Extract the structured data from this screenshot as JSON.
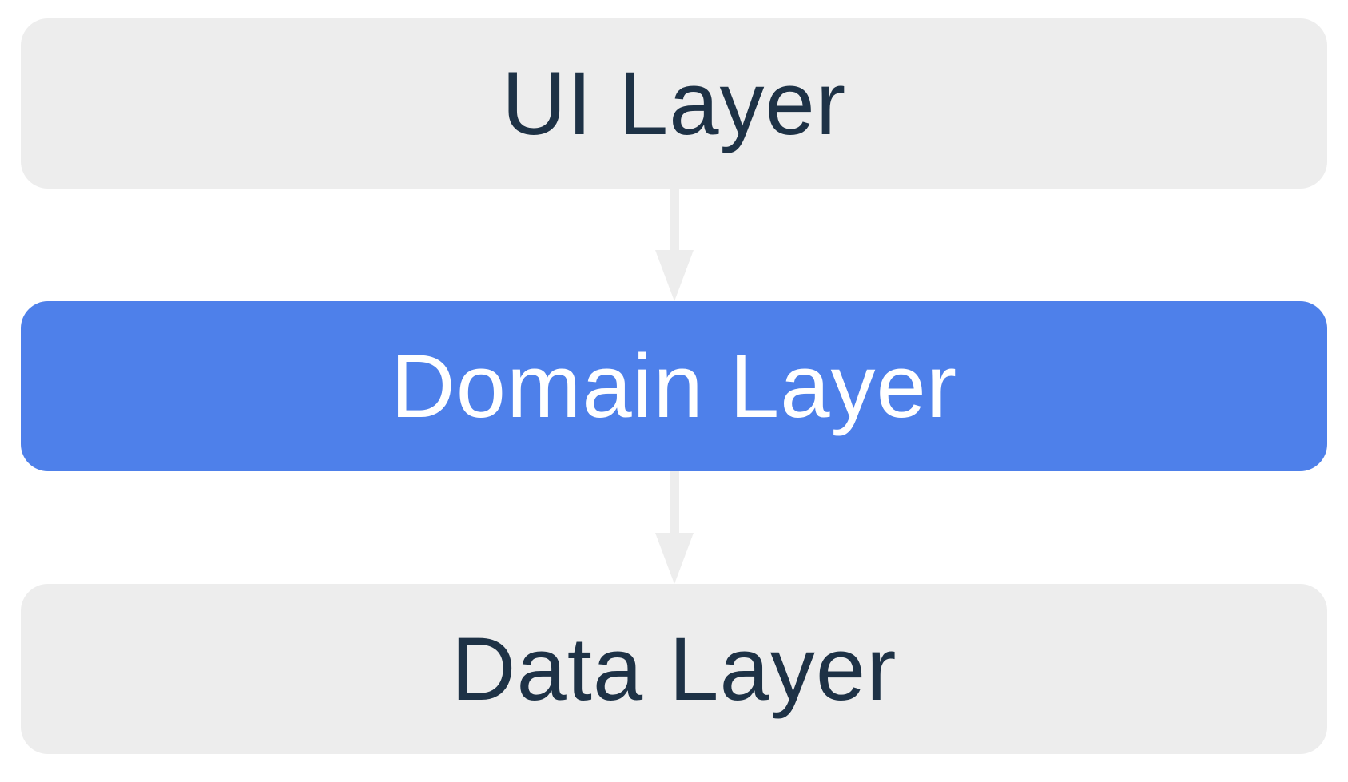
{
  "colors": {
    "box_gray": "#EDEDED",
    "box_blue": "#4E80EA",
    "text_dark": "#1E3246",
    "text_light": "#FFFFFF",
    "arrow_gray": "#EDEDED",
    "background": "#FFFFFF"
  },
  "diagram": {
    "type": "layered-architecture",
    "layers": [
      {
        "id": "ui",
        "label": "UI Layer",
        "variant": "gray"
      },
      {
        "id": "domain",
        "label": "Domain Layer",
        "variant": "blue"
      },
      {
        "id": "data",
        "label": "Data Layer",
        "variant": "gray"
      }
    ],
    "connections": [
      {
        "from": "ui",
        "to": "domain",
        "direction": "down"
      },
      {
        "from": "domain",
        "to": "data",
        "direction": "down"
      }
    ]
  }
}
